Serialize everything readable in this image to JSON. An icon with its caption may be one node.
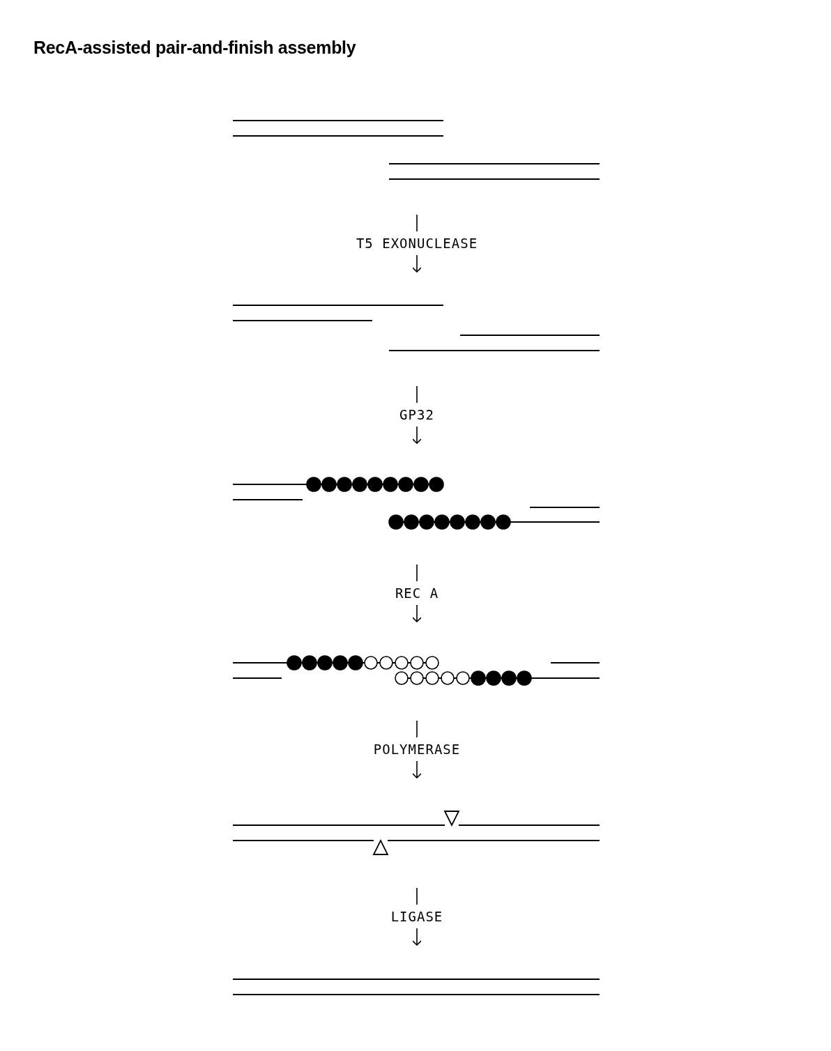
{
  "diagram": {
    "title": "RecA-assisted pair-and-finish assembly",
    "nodes": [
      {
        "text": [],
        "shape": "picture"
      },
      {
        "text": [],
        "shape": "picture"
      },
      {
        "text": [],
        "shape": "picture"
      },
      {
        "text": [],
        "shape": "picture"
      },
      {
        "text": [],
        "shape": "picture"
      },
      {
        "text": [],
        "shape": "picture"
      }
    ],
    "edges": [
      {
        "from": 0,
        "to": 1,
        "arrow": "to",
        "label": "T5 EXONUCLEASE"
      },
      {
        "from": 1,
        "to": 2,
        "arrow": "to",
        "label": "GP32"
      },
      {
        "from": 2,
        "to": 3,
        "arrow": "to",
        "label": "REC A"
      },
      {
        "from": 3,
        "to": 4,
        "arrow": "to",
        "label": "POLYMERASE"
      },
      {
        "from": 4,
        "to": 5,
        "arrow": "to",
        "label": "LIGASE"
      }
    ]
  }
}
